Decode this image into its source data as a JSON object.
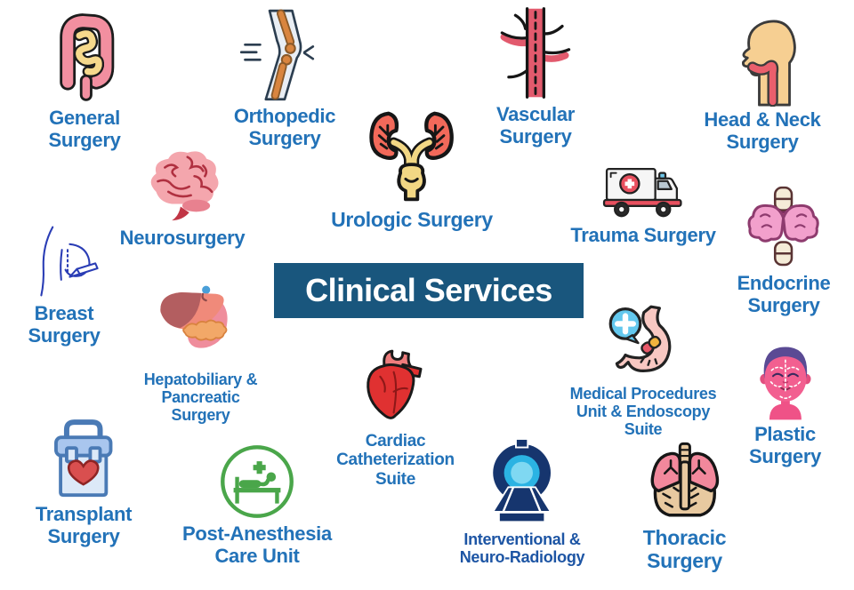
{
  "colors": {
    "label_blue": "#2272b8",
    "title_bg": "#19567d",
    "title_text": "#ffffff",
    "pacu_green": "#4aa64a",
    "radiology_navy": "#16356e",
    "radiology_cyan": "#2bb3e3"
  },
  "title": {
    "label": "Clinical Services"
  },
  "services": [
    {
      "label": "General\nSurgery",
      "icon": "intestines-icon"
    },
    {
      "label": "Orthopedic\nSurgery",
      "icon": "knee-joint-icon"
    },
    {
      "label": "Vascular\nSurgery",
      "icon": "blood-vessel-icon"
    },
    {
      "label": "Head & Neck\nSurgery",
      "icon": "head-profile-throat-icon"
    },
    {
      "label": "Neurosurgery",
      "icon": "brain-icon"
    },
    {
      "label": "Urologic Surgery",
      "icon": "kidneys-bladder-icon"
    },
    {
      "label": "Trauma Surgery",
      "icon": "ambulance-icon"
    },
    {
      "label": "Endocrine\nSurgery",
      "icon": "thyroid-icon"
    },
    {
      "label": "Breast\nSurgery",
      "icon": "breast-marking-icon"
    },
    {
      "label": "Hepatobiliary &\nPancreatic\nSurgery",
      "icon": "liver-pancreas-icon"
    },
    {
      "label": "Cardiac\nCatheterization\nSuite",
      "icon": "anatomical-heart-icon"
    },
    {
      "label": "Medical Procedures\nUnit & Endoscopy\nSuite",
      "icon": "stomach-endoscopy-icon"
    },
    {
      "label": "Plastic\nSurgery",
      "icon": "face-markings-icon"
    },
    {
      "label": "Transplant\nSurgery",
      "icon": "organ-cooler-icon"
    },
    {
      "label": "Post-Anesthesia\nCare Unit",
      "icon": "patient-bed-icon"
    },
    {
      "label": "Interventional &\nNeuro-Radiology",
      "icon": "mri-scanner-icon",
      "label_color": "#1d55a4"
    },
    {
      "label": "Thoracic\nSurgery",
      "icon": "lungs-icon"
    }
  ]
}
